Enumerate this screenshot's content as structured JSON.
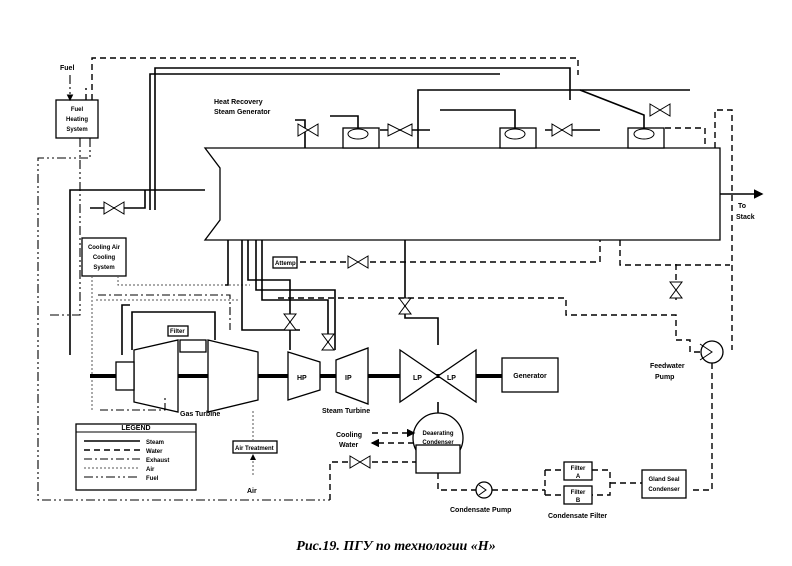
{
  "labels": {
    "fuel": "Fuel",
    "fuel_heating_1": "Fuel",
    "fuel_heating_2": "Heating",
    "fuel_heating_3": "System",
    "hrsg_1": "Heat Recovery",
    "hrsg_2": "Steam Generator",
    "to_stack_1": "To",
    "to_stack_2": "Stack",
    "cooling_air_1": "Cooling Air",
    "cooling_air_2": "Cooling",
    "cooling_air_3": "System",
    "attemp": "Attemp",
    "filter_gt": "Filter",
    "gas_turbine": "Gas Turbine",
    "hp": "HP",
    "ip": "IP",
    "lp1": "LP",
    "lp2": "LP",
    "generator": "Generator",
    "steam_turbine": "Steam Turbine",
    "feedwater_pump_1": "Feedwater",
    "feedwater_pump_2": "Pump",
    "cooling_water_1": "Cooling",
    "cooling_water_2": "Water",
    "deaerating_1": "Deaerating",
    "deaerating_2": "Condenser",
    "air_treatment": "Air Treatment",
    "air": "Air",
    "condensate_pump": "Condensate Pump",
    "condensate_filter": "Condensate Filter",
    "filter_a_1": "Filter",
    "filter_a_2": "A",
    "filter_b_1": "Filter",
    "filter_b_2": "B",
    "gland_seal_1": "Gland Seal",
    "gland_seal_2": "Condenser"
  },
  "legend": {
    "title": "LEGEND",
    "items": [
      {
        "label": "Steam",
        "style": "steam"
      },
      {
        "label": "Water",
        "style": "water"
      },
      {
        "label": "Exhaust",
        "style": "exhaust"
      },
      {
        "label": "Air",
        "style": "air"
      },
      {
        "label": "Fuel",
        "style": "fuel"
      }
    ]
  },
  "caption": "Рис.19. ПГУ по технологии «Н»"
}
